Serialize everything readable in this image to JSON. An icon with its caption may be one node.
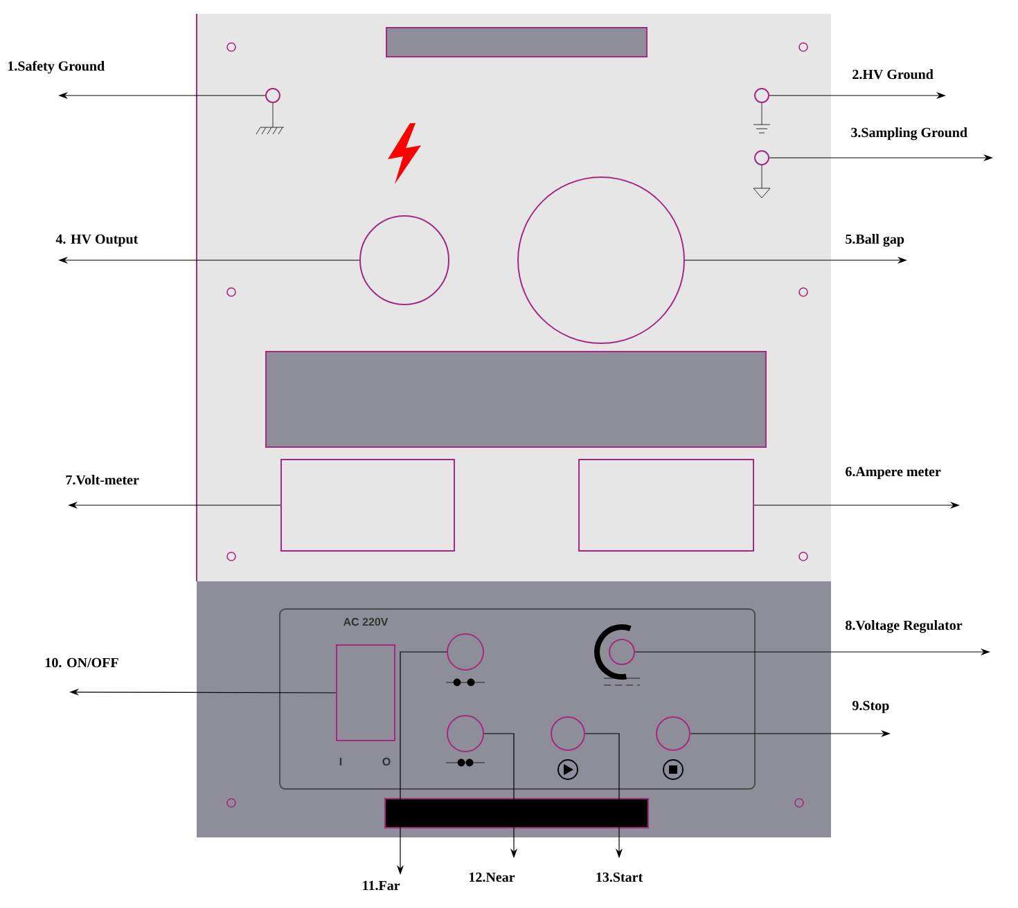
{
  "diagram": {
    "nodes": [
      {
        "text": [
          "1.Safety Ground"
        ]
      },
      {
        "text": [
          "2.HV Ground"
        ]
      },
      {
        "text": [
          "3.Sampling Ground"
        ]
      },
      {
        "text": [
          "4. HV Output"
        ]
      },
      {
        "text": [
          "5.Ball gap"
        ]
      },
      {
        "text": [
          "7.Volt-meter"
        ]
      },
      {
        "text": [
          "6.Ampere meter"
        ]
      },
      {
        "text": [
          "10. ON/OFF"
        ]
      },
      {
        "text": [
          "8.Voltage Regulator"
        ]
      },
      {
        "text": [
          "9.Stop"
        ]
      },
      {
        "text": [
          "11.Far"
        ]
      },
      {
        "text": [
          "12.Near"
        ]
      },
      {
        "text": [
          "13.Start"
        ]
      },
      {
        "text": [],
        "shape": "circle"
      },
      {
        "text": [],
        "shape": "circle"
      },
      {
        "text": [],
        "shape": "circle"
      },
      {
        "text": [],
        "shape": "circle"
      },
      {
        "text": [],
        "shape": "circle"
      },
      {
        "text": [],
        "shape": "box"
      },
      {
        "text": [],
        "shape": "box"
      },
      {
        "text": [],
        "shape": "box"
      },
      {
        "text": [],
        "shape": "circle"
      },
      {
        "text": [],
        "shape": "circle"
      },
      {
        "text": [],
        "shape": "circle"
      },
      {
        "text": [],
        "shape": "circle"
      },
      {
        "text": [],
        "shape": "circle"
      }
    ],
    "edges": [
      {
        "from": 13,
        "to": 0,
        "arrow": "to"
      },
      {
        "from": 14,
        "to": 1,
        "arrow": "to"
      },
      {
        "from": 15,
        "to": 2,
        "arrow": "to"
      },
      {
        "from": 16,
        "to": 3,
        "arrow": "to"
      },
      {
        "from": 17,
        "to": 4,
        "arrow": "to"
      },
      {
        "from": 18,
        "to": 5,
        "arrow": "to"
      },
      {
        "from": 19,
        "to": 6,
        "arrow": "to"
      },
      {
        "from": 20,
        "to": 7,
        "arrow": "to"
      },
      {
        "from": 21,
        "to": 8,
        "arrow": "to"
      },
      {
        "from": 22,
        "to": 9,
        "arrow": "to"
      },
      {
        "from": 23,
        "to": 10,
        "arrow": "to"
      },
      {
        "from": 24,
        "to": 11,
        "arrow": "to"
      },
      {
        "from": 25,
        "to": 12,
        "arrow": "to"
      }
    ],
    "labels": [
      "AC 220V",
      "I",
      "O"
    ]
  }
}
